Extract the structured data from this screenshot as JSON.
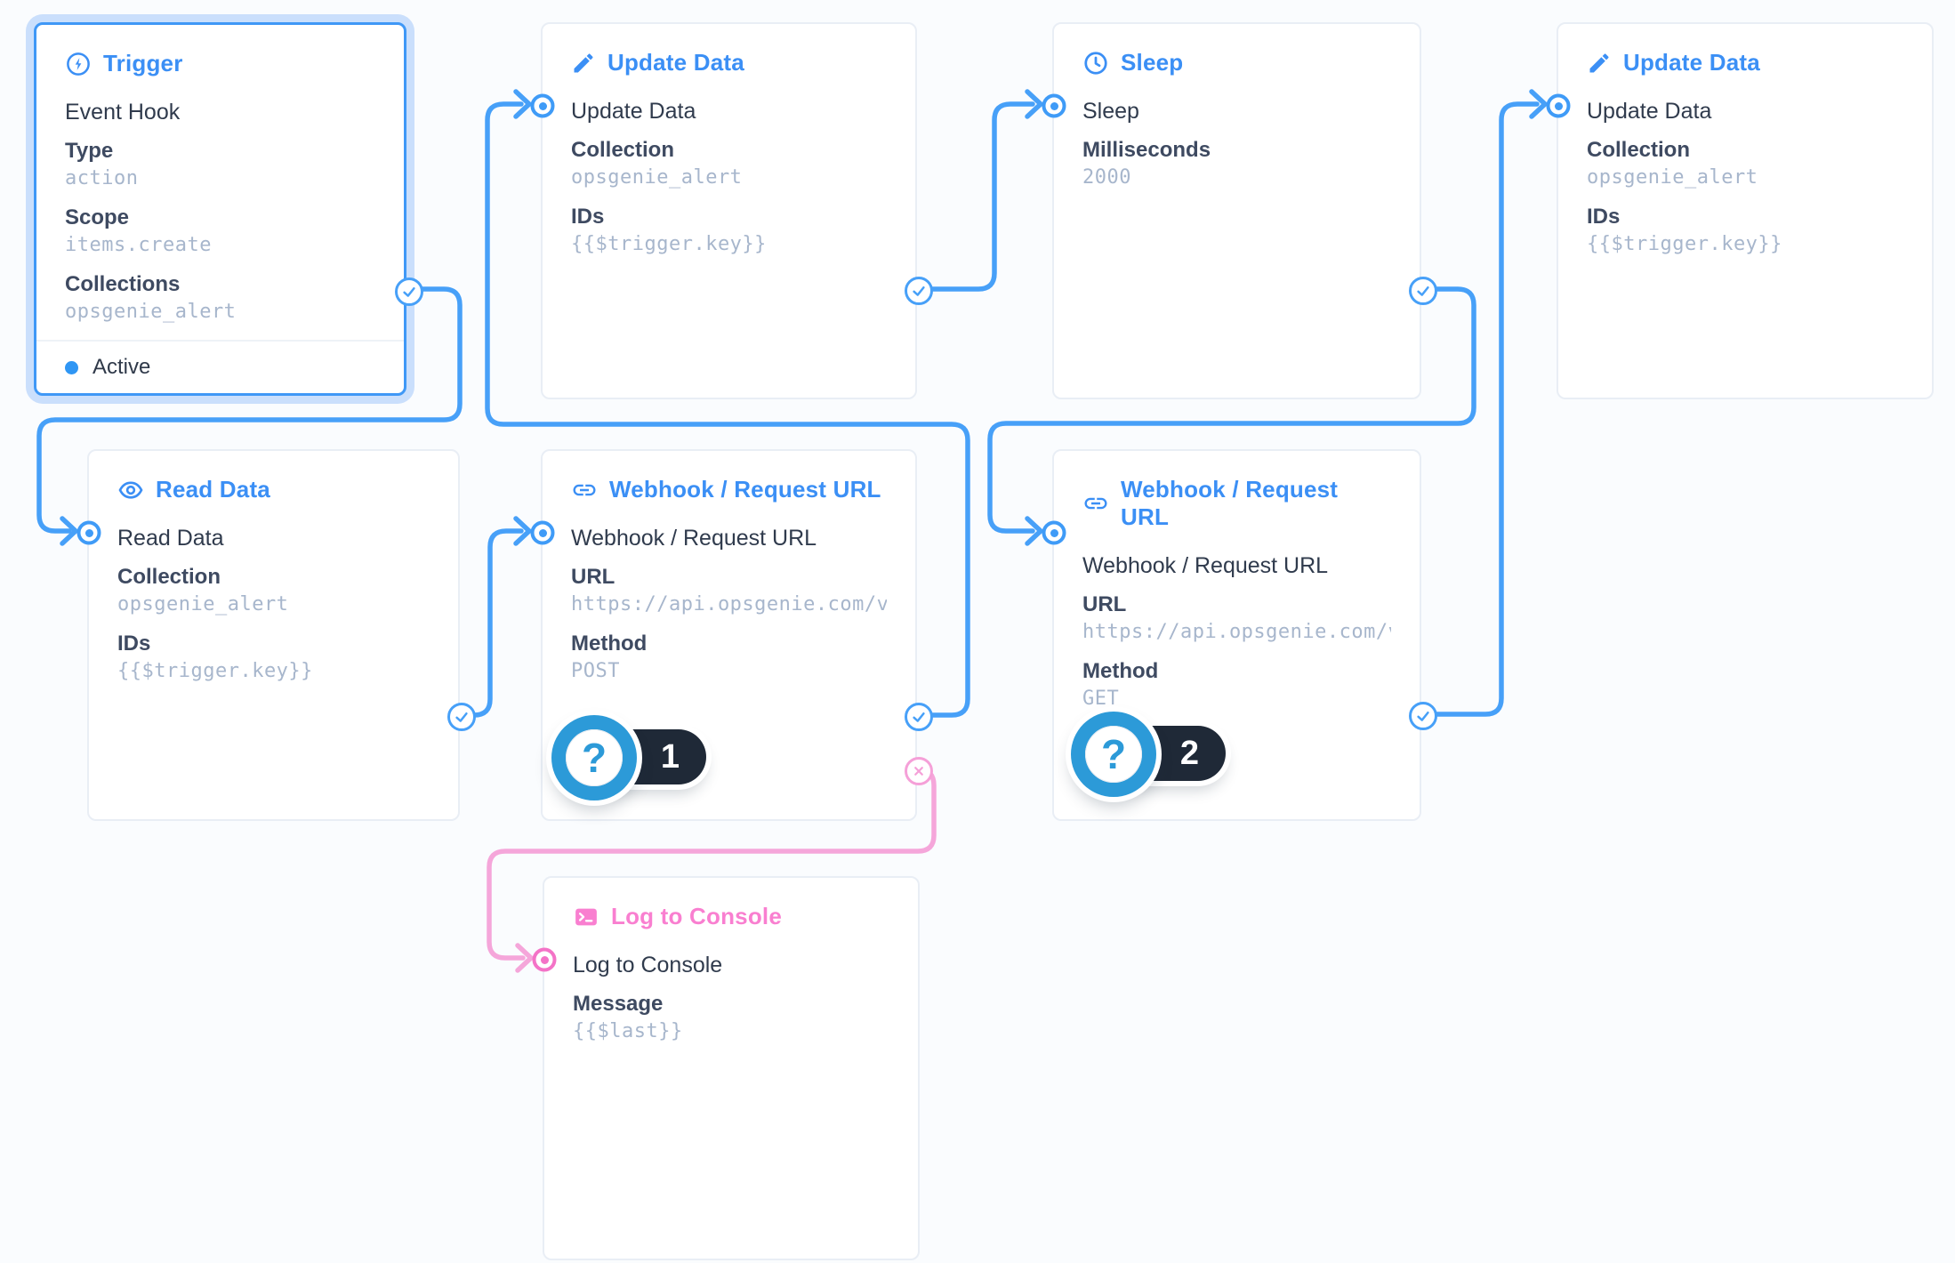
{
  "palette": {
    "blue_title": "#3b8ff5",
    "blue_line": "#47a0f8",
    "blue_port": "#3f9bf7",
    "pink_title": "#f97fd0",
    "pink_line": "#f5a6da",
    "pink_port": "#f473c7",
    "selection_halo": "#cadffc",
    "card_border": "#e9eef5",
    "canvas_bg": "#fafcfe",
    "name_text": "#303b4d",
    "label_text": "#3e4a61",
    "value_text": "#a7b6cc",
    "badge_circle": "#2c9ad8",
    "badge_pill": "#1f2937",
    "active_dot": "#2f96f4"
  },
  "nodes": {
    "trigger": {
      "title": "Trigger",
      "icon": "zap-icon",
      "name": "Event Hook",
      "fields": [
        {
          "label": "Type",
          "value": "action"
        },
        {
          "label": "Scope",
          "value": "items.create"
        },
        {
          "label": "Collections",
          "value": "opsgenie_alert"
        }
      ],
      "status": "Active"
    },
    "update_data_1": {
      "title": "Update Data",
      "icon": "pencil-icon",
      "name": "Update Data",
      "fields": [
        {
          "label": "Collection",
          "value": "opsgenie_alert"
        },
        {
          "label": "IDs",
          "value": "{{$trigger.key}}"
        }
      ]
    },
    "sleep": {
      "title": "Sleep",
      "icon": "clock-icon",
      "name": "Sleep",
      "fields": [
        {
          "label": "Milliseconds",
          "value": "2000"
        }
      ]
    },
    "update_data_2": {
      "title": "Update Data",
      "icon": "pencil-icon",
      "name": "Update Data",
      "fields": [
        {
          "label": "Collection",
          "value": "opsgenie_alert"
        },
        {
          "label": "IDs",
          "value": "{{$trigger.key}}"
        }
      ]
    },
    "read_data": {
      "title": "Read Data",
      "icon": "eye-icon",
      "name": "Read Data",
      "fields": [
        {
          "label": "Collection",
          "value": "opsgenie_alert"
        },
        {
          "label": "IDs",
          "value": "{{$trigger.key}}"
        }
      ]
    },
    "webhook_1": {
      "title": "Webhook / Request URL",
      "icon": "link-icon",
      "name": "Webhook / Request URL",
      "fields": [
        {
          "label": "URL",
          "value": "https://api.opsgenie.com/v…"
        },
        {
          "label": "Method",
          "value": "POST"
        }
      ],
      "badge": {
        "symbol": "?",
        "number": "1"
      }
    },
    "webhook_2": {
      "title": "Webhook / Request URL",
      "icon": "link-icon",
      "name": "Webhook / Request URL",
      "fields": [
        {
          "label": "URL",
          "value": "https://api.opsgenie.com/v…"
        },
        {
          "label": "Method",
          "value": "GET"
        }
      ],
      "badge": {
        "symbol": "?",
        "number": "2"
      }
    },
    "log_console": {
      "title": "Log to Console",
      "icon": "console-icon",
      "name": "Log to Console",
      "fields": [
        {
          "label": "Message",
          "value": "{{$last}}"
        }
      ]
    }
  },
  "edges": [
    {
      "from": "trigger",
      "port": "resolve",
      "to": "read_data"
    },
    {
      "from": "read_data",
      "port": "resolve",
      "to": "webhook_1"
    },
    {
      "from": "webhook_1",
      "port": "resolve",
      "to": "update_data_1"
    },
    {
      "from": "update_data_1",
      "port": "resolve",
      "to": "sleep"
    },
    {
      "from": "sleep",
      "port": "resolve",
      "to": "webhook_2"
    },
    {
      "from": "webhook_2",
      "port": "resolve",
      "to": "update_data_2"
    },
    {
      "from": "webhook_1",
      "port": "reject",
      "to": "log_console"
    }
  ]
}
